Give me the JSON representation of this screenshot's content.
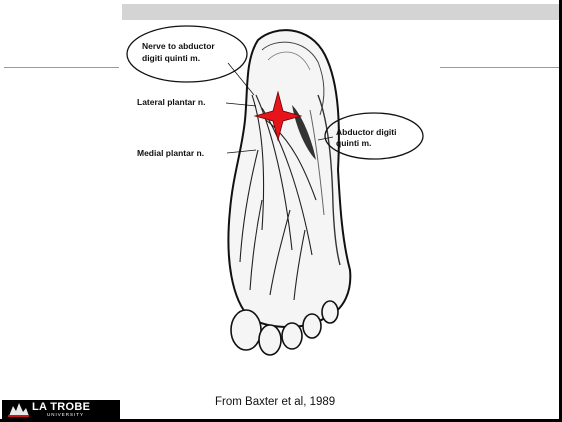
{
  "labels": {
    "nerve_to_abductor_1": "Nerve to abductor",
    "nerve_to_abductor_2": "digiti quinti m.",
    "lateral_plantar": "Lateral plantar n.",
    "medial_plantar": "Medial plantar n.",
    "abductor_digiti_1": "Abductor digiti",
    "abductor_digiti_2": "quinti m."
  },
  "caption": "From Baxter et al, 1989",
  "logo": {
    "name": "LA TROBE",
    "sub": "UNIVERSITY"
  },
  "colors": {
    "marker": "#e8141b",
    "top_bar": "#d4d4d4"
  },
  "icons": [
    "star-marker-icon",
    "latrobe-logo-icon"
  ]
}
